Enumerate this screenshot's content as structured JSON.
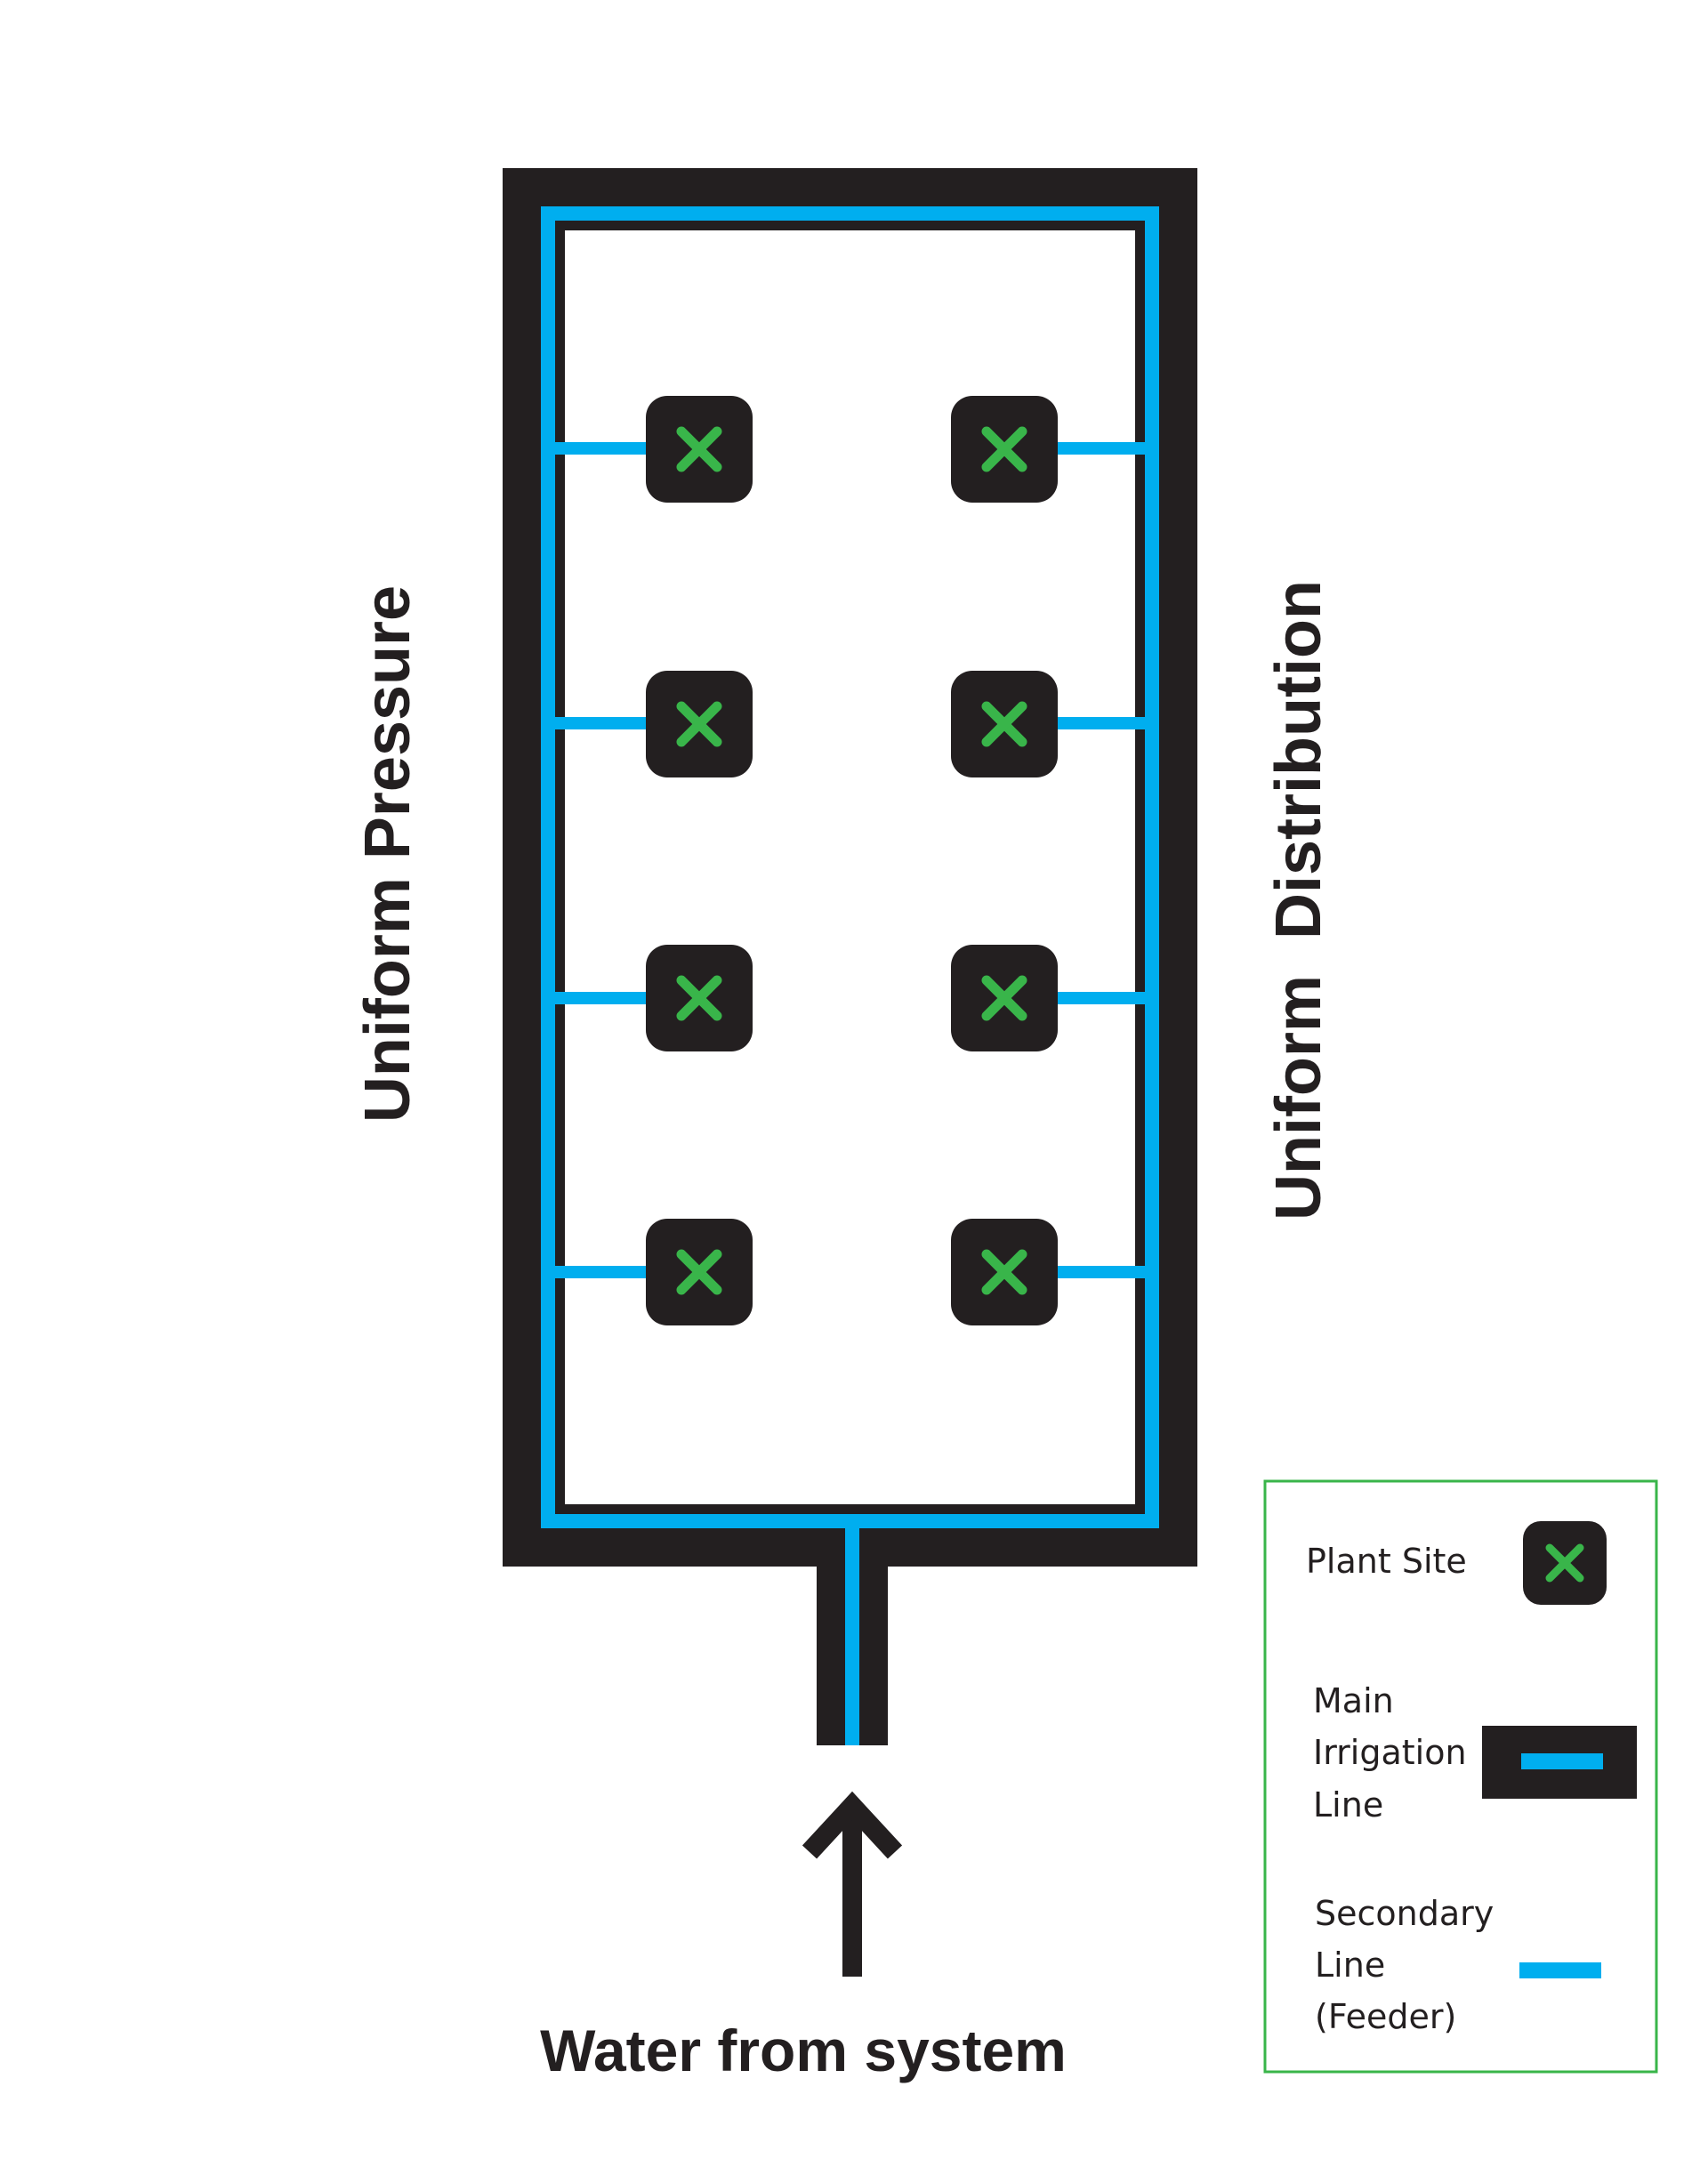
{
  "labels": {
    "left_vertical": "Uniform Pressure",
    "right_vertical": "Uniform  Distribution",
    "bottom": "Water from system"
  },
  "legend": {
    "plant_site": "Plant Site",
    "main_line": [
      "Main",
      "Irrigation",
      "Line"
    ],
    "secondary_line": [
      "Secondary",
      "Line",
      "(Feeder)"
    ]
  },
  "plant_sites": {
    "rows": 4,
    "columns": 2,
    "marker": "x-icon"
  },
  "colors": {
    "main_line_outer": "#231f20",
    "feeder_line": "#00aeef",
    "plant_marker": "#39b54a",
    "plant_box": "#231f20",
    "legend_border": "#39b54a",
    "text": "#231f20"
  }
}
